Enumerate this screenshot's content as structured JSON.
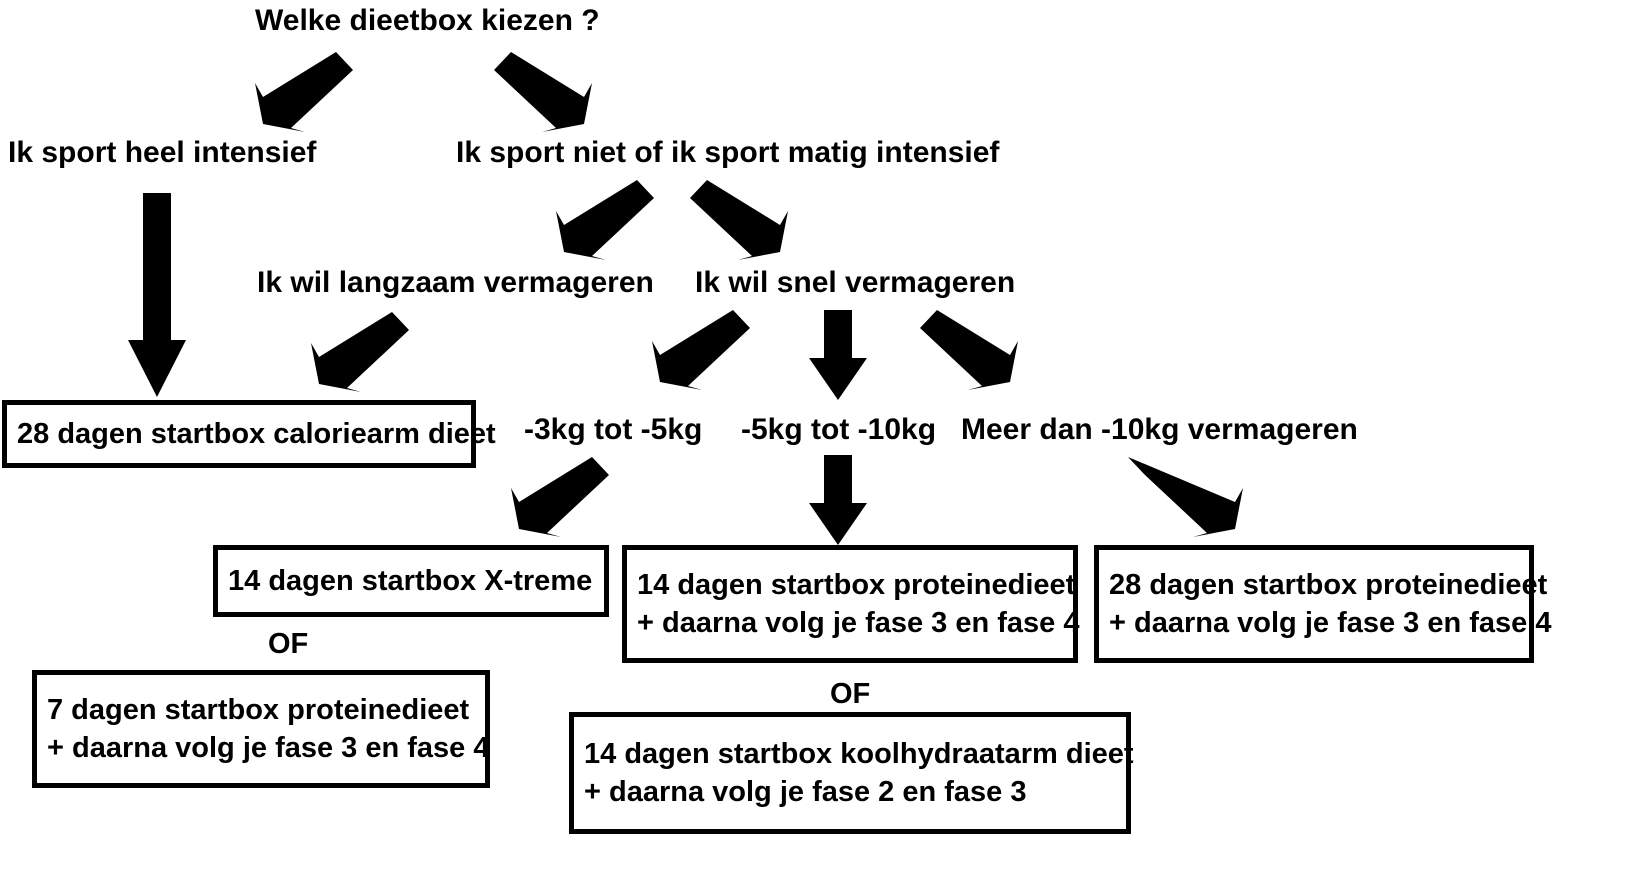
{
  "diagram": {
    "title": "Welke dieetbox kiezen ?",
    "language": "nl",
    "root": {
      "label": "Welke dieetbox kiezen ?"
    },
    "level1": [
      {
        "label": "Ik sport heel intensief"
      },
      {
        "label": "Ik sport niet of ik sport matig intensief"
      }
    ],
    "level2": [
      {
        "label": "Ik wil langzaam vermageren"
      },
      {
        "label": "Ik wil snel vermageren"
      }
    ],
    "level3": [
      {
        "label": "-3kg tot -5kg"
      },
      {
        "label": "-5kg tot -10kg"
      },
      {
        "label": "Meer dan -10kg vermageren"
      }
    ],
    "boxes": [
      {
        "id": "box-caloriearm",
        "lines": [
          "28 dagen startbox caloriearm dieet"
        ]
      },
      {
        "id": "box-xtreme",
        "lines": [
          "14 dagen startbox X-treme"
        ]
      },
      {
        "id": "box-7dagen-proteine",
        "lines": [
          "7 dagen startbox proteinedieet",
          "+ daarna volg je fase 3 en fase 4"
        ]
      },
      {
        "id": "box-14dagen-proteine",
        "lines": [
          "14 dagen startbox proteinedieet",
          "+ daarna volg je fase 3 en fase 4"
        ]
      },
      {
        "id": "box-14dagen-koolhydraatarm",
        "lines": [
          "14 dagen startbox koolhydraatarm dieet",
          " + daarna volg je fase 2 en fase 3"
        ]
      },
      {
        "id": "box-28dagen-proteine",
        "lines": [
          "28 dagen startbox proteinedieet",
          "+ daarna volg je fase 3 en fase 4"
        ]
      }
    ],
    "connectors": [
      {
        "id": "of-left",
        "label": "OF"
      },
      {
        "id": "of-middle",
        "label": "OF"
      }
    ],
    "colors": {
      "stroke": "#000000",
      "background": "#ffffff",
      "text": "#000000"
    }
  }
}
